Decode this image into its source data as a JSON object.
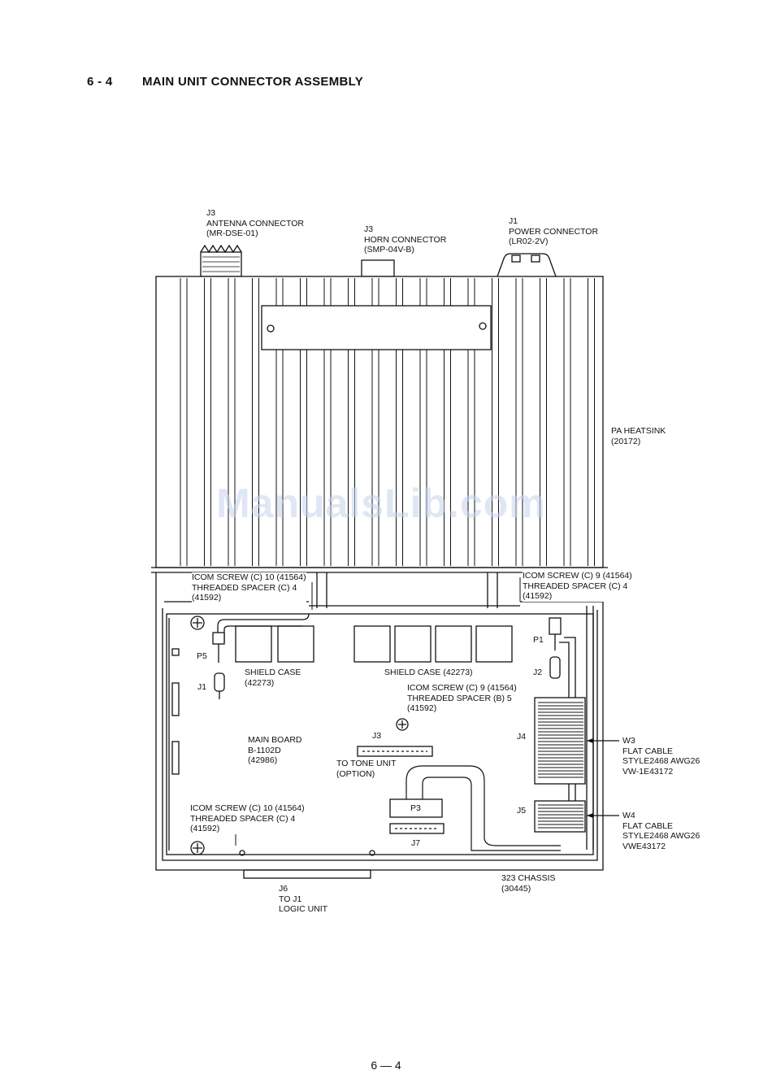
{
  "section": {
    "number": "6 - 4",
    "title": "MAIN UNIT CONNECTOR ASSEMBLY"
  },
  "labels": {
    "antenna": "J3\nANTENNA CONNECTOR\n(MR-DSE-01)",
    "horn": "J3\nHORN CONNECTOR\n(SMP-04V-B)",
    "power": "J1\nPOWER CONNECTOR\n(LR02-2V)",
    "heatsink": "PA HEATSINK\n(20172)",
    "screw_tl": "ICOM SCREW (C) 10 (41564)\nTHREADED SPACER (C) 4\n(41592)",
    "screw_tr": "ICOM SCREW (C) 9 (41564)\nTHREADED SPACER (C) 4\n(41592)",
    "p5": "P5",
    "j1": "J1",
    "p1": "P1",
    "j2": "J2",
    "shield_left": "SHIELD CASE\n(42273)",
    "shield_right": "SHIELD CASE (42273)",
    "screw_mid": "ICOM SCREW (C) 9 (41564)\nTHREADED SPACER (B) 5\n(41592)",
    "main_board": "MAIN BOARD\nB-1102D\n(42986)",
    "j3_tone": "J3",
    "tone_unit": "TO TONE UNIT\n(OPTION)",
    "j4": "J4",
    "w3": "W3\nFLAT CABLE\nSTYLE2468 AWG26\nVW-1E43172",
    "j5": "J5",
    "w4": "W4\nFLAT CABLE\nSTYLE2468 AWG26\nVWE43172",
    "p3": "P3",
    "j7": "J7",
    "screw_bl": "ICOM SCREW (C) 10 (41564)\nTHREADED SPACER (C) 4\n(41592)",
    "j6": "J6\nTO J1\nLOGIC UNIT",
    "chassis": "323 CHASSIS\n(30445)"
  },
  "watermark": "ManualsLib.com",
  "footer": "6 — 4"
}
